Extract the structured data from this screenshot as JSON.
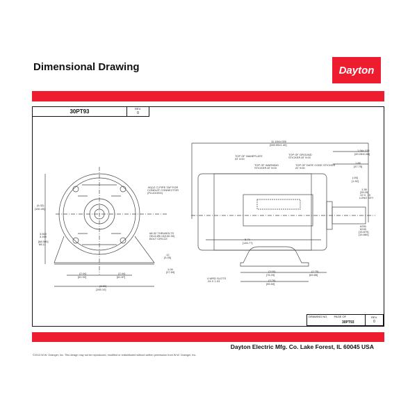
{
  "header": {
    "title": "Dimensional Drawing",
    "logo_text": "Dayton"
  },
  "title_block_top": {
    "part_no": "30PT93",
    "rev_label": "REV.",
    "rev_value": "0"
  },
  "title_block_bottom": {
    "drawing_no_label": "DRAWING NO.",
    "page_of_label": "PAGE  OF",
    "drawing_no": "30PT93",
    "rev_label": "REV.",
    "rev_value": "0"
  },
  "front_view": {
    "height_a": "(6.32)",
    "height_a_mm": "[160.45]",
    "shaft_h": "3.500",
    "shaft_h2": "3.499",
    "shaft_h_mm": "[88.900]",
    "shaft_h_mm2": "88.11",
    "left_half": "(2.44)",
    "left_half_mm": "[61.92]",
    "right_half": "(2.44)",
    "right_half_mm": "[61.87]",
    "base_w": "(6.50)",
    "base_w_mm": "[165.10]",
    "foot_t": ".12",
    "foot_t_mm": "[3.05]",
    "foot_w": "1.09",
    "foot_w_mm": "[27.69]",
    "pipe_tap": [
      ".50(12.7) PIPE TAP FOR",
      "CONDUIT CONNECTOR",
      "(PLUGGED)"
    ],
    "thru_bolts": [
      "#8-32 THRUBOLTS",
      "ON A Ø5.13(130.30)",
      "BOLT CIRCLE"
    ]
  },
  "side_view": {
    "overall": "11.184±.055",
    "overall_mm": "[283.95±1.40]",
    "nameplate": [
      "TOP OF NAMEPLATE",
      "AT 3:00"
    ],
    "warning": [
      "TOP OF WARNING",
      "STICKER AT 9:00"
    ],
    "ground": [
      "TOP OF GROUND",
      "STICKER AT 9:00"
    ],
    "datecode": [
      "TOP OF DATE CODE STICKER",
      "AT 9:00"
    ],
    "shaft_len": "1.94±.034",
    "shaft_len_mm": "[49.28±0.86]",
    "d188": "1.88",
    "d188_mm": "[47.75]",
    "d06": "[.06]",
    "d06_mm": "[1.52]",
    "key": [
      "1.38",
      "[35.05]",
      ".19 X .19",
      "LONG KEY"
    ],
    "shaft_dia": [
      "6250",
      "6245",
      "[15.875]",
      "[15.860]"
    ],
    "d574": "5.74",
    "d574_mm": "[145.77]",
    "d300": "(3.00)",
    "d300_mm": "[76.20]",
    "d275": "(2.75)",
    "d275_mm": "[69.85]",
    "d376": "(3.76)",
    "d376_mm": "[95.50]",
    "slots": [
      "4 WRD SLOTS",
      ".34 X 1.03"
    ]
  },
  "footer": {
    "company": "Dayton Electric Mfg. Co.  Lake Forest, IL  60045  USA",
    "copyright": "©2013 W.W. Grainger, Inc.   This design may not be reproduced, modified or redistributed without written permission from W.W. Grainger, Inc."
  },
  "colors": {
    "brand_red": "#ed1c2e"
  }
}
